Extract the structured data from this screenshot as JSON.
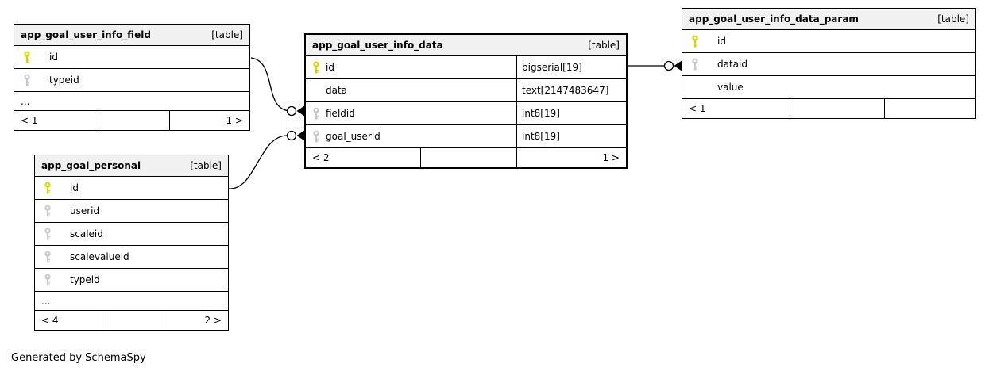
{
  "diagram": {
    "generated_by": "Generated by SchemaSpy",
    "colors": {
      "pk_key": "#d6d600",
      "fk_key": "#c9c9c9",
      "header_bg": "#f1f1f1",
      "border": "#000000"
    }
  },
  "tables": {
    "field": {
      "name": "app_goal_user_info_field",
      "tag": "[table]",
      "rows": [
        {
          "name": "id",
          "key": "primary"
        },
        {
          "name": "typeid",
          "key": "foreign"
        },
        {
          "name": "...",
          "key": "none"
        }
      ],
      "footer": {
        "left": "< 1",
        "middle": "",
        "right": "1 >"
      }
    },
    "data": {
      "name": "app_goal_user_info_data",
      "tag": "[table]",
      "rows": [
        {
          "name": "id",
          "type": "bigserial[19]",
          "key": "primary"
        },
        {
          "name": "data",
          "type": "text[2147483647]",
          "key": "none"
        },
        {
          "name": "fieldid",
          "type": "int8[19]",
          "key": "foreign"
        },
        {
          "name": "goal_userid",
          "type": "int8[19]",
          "key": "foreign"
        }
      ],
      "footer": {
        "left": "< 2",
        "middle": "",
        "right": "1 >"
      }
    },
    "param": {
      "name": "app_goal_user_info_data_param",
      "tag": "[table]",
      "rows": [
        {
          "name": "id",
          "key": "primary"
        },
        {
          "name": "dataid",
          "key": "foreign"
        },
        {
          "name": "value",
          "key": "none"
        }
      ],
      "footer": {
        "left": "< 1",
        "middle": "",
        "right": ""
      }
    },
    "personal": {
      "name": "app_goal_personal",
      "tag": "[table]",
      "rows": [
        {
          "name": "id",
          "key": "primary"
        },
        {
          "name": "userid",
          "key": "foreign"
        },
        {
          "name": "scaleid",
          "key": "foreign"
        },
        {
          "name": "scalevalueid",
          "key": "foreign"
        },
        {
          "name": "typeid",
          "key": "foreign"
        },
        {
          "name": "...",
          "key": "none"
        }
      ],
      "footer": {
        "left": "< 4",
        "middle": "",
        "right": "2 >"
      }
    }
  },
  "relationships": [
    {
      "from": "app_goal_user_info_field.id",
      "to": "app_goal_user_info_data.fieldid"
    },
    {
      "from": "app_goal_personal.id",
      "to": "app_goal_user_info_data.goal_userid"
    },
    {
      "from": "app_goal_user_info_data.id",
      "to": "app_goal_user_info_data_param.dataid"
    }
  ]
}
